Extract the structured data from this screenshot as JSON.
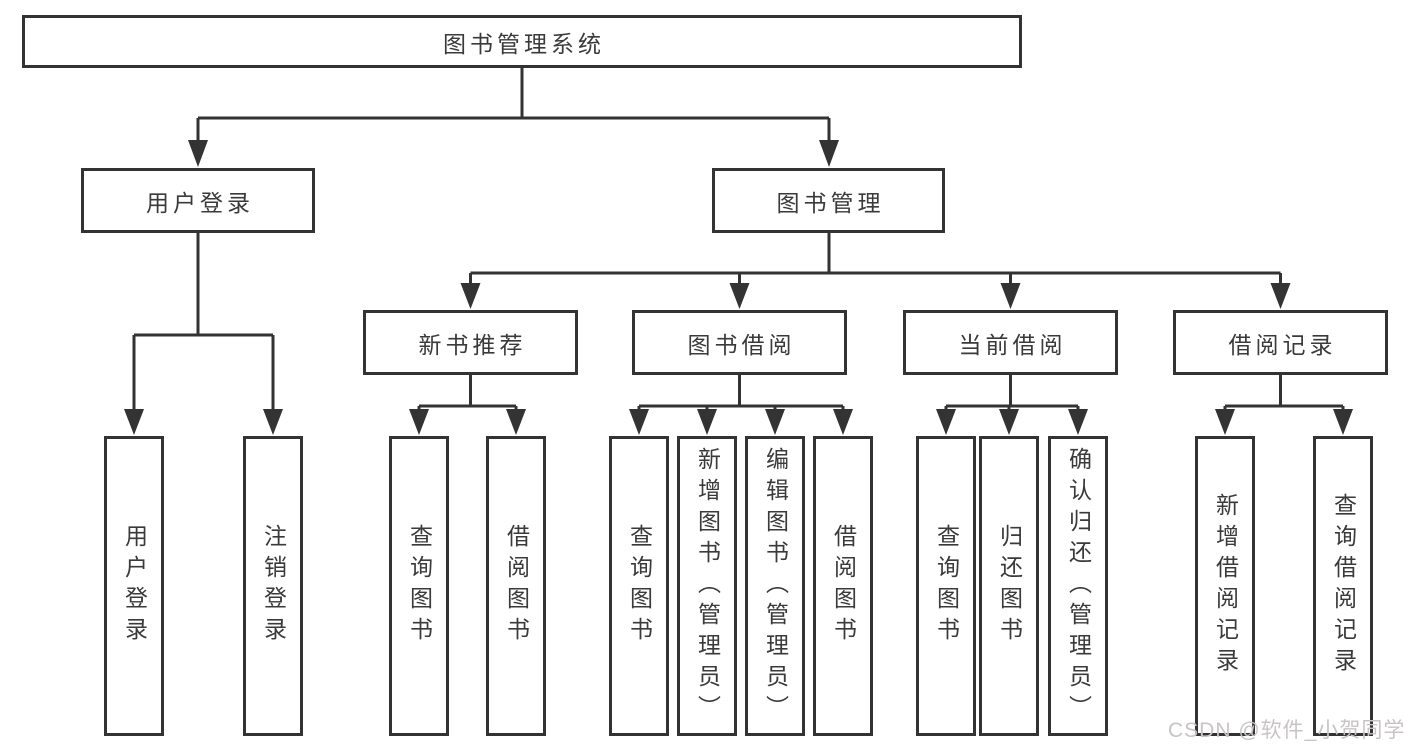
{
  "diagram": {
    "colors": {
      "line": "#333333",
      "box_border": "#333333",
      "text": "#3a3a3a",
      "background": "#ffffff"
    },
    "root": {
      "label": "图书管理系统"
    },
    "level2": [
      {
        "label": "用户登录"
      },
      {
        "label": "图书管理"
      }
    ],
    "login_children": [
      {
        "label": "用户登录"
      },
      {
        "label": "注销登录"
      }
    ],
    "management_groups": [
      {
        "label": "新书推荐",
        "children": [
          {
            "label": "查询图书"
          },
          {
            "label": "借阅图书"
          }
        ]
      },
      {
        "label": "图书借阅",
        "children": [
          {
            "label": "查询图书"
          },
          {
            "label": "新增图书（管理员）"
          },
          {
            "label": "编辑图书（管理员）"
          },
          {
            "label": "借阅图书"
          }
        ]
      },
      {
        "label": "当前借阅",
        "children": [
          {
            "label": "查询图书"
          },
          {
            "label": "归还图书"
          },
          {
            "label": "确认归还（管理员）"
          }
        ]
      },
      {
        "label": "借阅记录",
        "children": [
          {
            "label": "新增借阅记录"
          },
          {
            "label": "查询借阅记录"
          }
        ]
      }
    ]
  },
  "watermark": {
    "text": "CSDN @软件_小贺同学",
    "color": "#c8c4c4"
  }
}
